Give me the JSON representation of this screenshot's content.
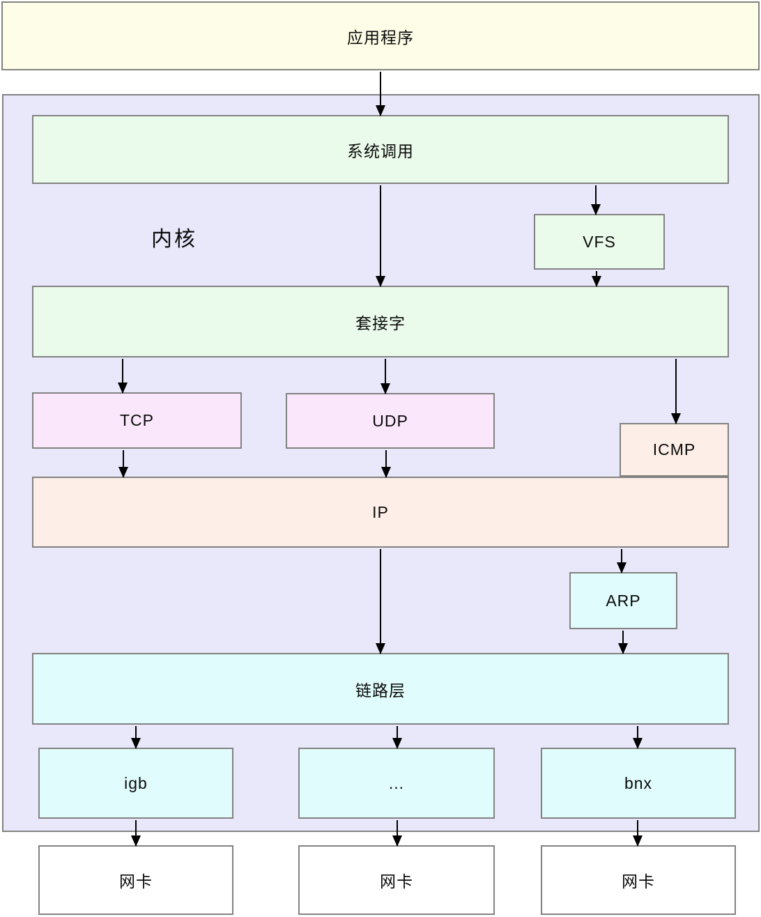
{
  "nodes": {
    "app": {
      "label": "应用程序"
    },
    "kernel": {
      "label": "内核"
    },
    "syscall": {
      "label": "系统调用"
    },
    "vfs": {
      "label": "VFS"
    },
    "socket": {
      "label": "套接字"
    },
    "tcp": {
      "label": "TCP"
    },
    "udp": {
      "label": "UDP"
    },
    "icmp": {
      "label": "ICMP"
    },
    "ip": {
      "label": "IP"
    },
    "arp": {
      "label": "ARP"
    },
    "link_layer": {
      "label": "链路层"
    },
    "igb": {
      "label": "igb"
    },
    "ellipsis": {
      "label": "..."
    },
    "bnx": {
      "label": "bnx"
    },
    "nic1": {
      "label": "网卡"
    },
    "nic2": {
      "label": "网卡"
    },
    "nic3": {
      "label": "网卡"
    }
  },
  "colors": {
    "application_fill": "#FEFDE7",
    "kernel_fill": "#E8E8FA",
    "syscall_vfs_socket_fill": "#EBFBEB",
    "tcp_udp_fill": "#FBE7FB",
    "icmp_ip_fill": "#FDEEE7",
    "arp_link_driver_fill": "#E1FCFC",
    "nic_fill": "#FFFFFF",
    "box_border": "#828282",
    "arrow": "#000000"
  },
  "edges": [
    {
      "from": "app",
      "to": "syscall"
    },
    {
      "from": "syscall",
      "to": "socket"
    },
    {
      "from": "syscall",
      "to": "vfs"
    },
    {
      "from": "vfs",
      "to": "socket"
    },
    {
      "from": "socket",
      "to": "tcp"
    },
    {
      "from": "socket",
      "to": "udp"
    },
    {
      "from": "socket",
      "to": "icmp"
    },
    {
      "from": "tcp",
      "to": "ip"
    },
    {
      "from": "udp",
      "to": "ip"
    },
    {
      "from": "ip",
      "to": "link_layer"
    },
    {
      "from": "ip",
      "to": "arp"
    },
    {
      "from": "arp",
      "to": "link_layer"
    },
    {
      "from": "link_layer",
      "to": "igb"
    },
    {
      "from": "link_layer",
      "to": "ellipsis"
    },
    {
      "from": "link_layer",
      "to": "bnx"
    },
    {
      "from": "igb",
      "to": "nic1"
    },
    {
      "from": "ellipsis",
      "to": "nic2"
    },
    {
      "from": "bnx",
      "to": "nic3"
    }
  ]
}
